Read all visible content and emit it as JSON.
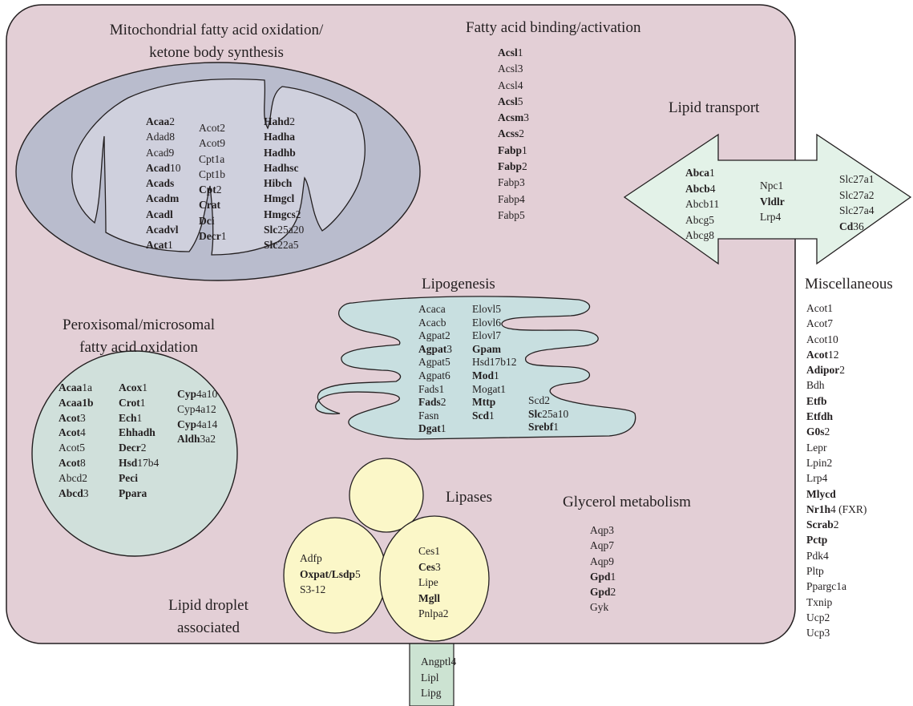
{
  "colors": {
    "cell": "#e3cfd6",
    "mitochondrion_outer": "#b9bccd",
    "mitochondrion_inner": "#cfd0dd",
    "peroxisome": "#d0e0db",
    "lipogenesis": "#c8dfe0",
    "lipid_transport_arrow": "#e3f2e8",
    "lipid_droplet": "#fbf7c8",
    "extracellular_box": "#cce3d2",
    "outline": "#231f20"
  },
  "titles": {
    "mitochondrial_line1": "Mitochondrial fatty acid oxidation/",
    "mitochondrial_line2": "ketone body synthesis",
    "fatty_acid_binding": "Fatty acid binding/activation",
    "lipid_transport": "Lipid transport",
    "miscellaneous": "Miscellaneous",
    "lipogenesis": "Lipogenesis",
    "peroxisomal_line1": "Peroxisomal/microsomal",
    "peroxisomal_line2": "fatty acid oxidation",
    "lipases": "Lipases",
    "glycerol_metabolism": "Glycerol metabolism",
    "lipid_droplet_line1": "Lipid droplet",
    "lipid_droplet_line2": "associated"
  },
  "groups": {
    "mito_col1": [
      {
        "bold": "Acaa",
        "rest": "2"
      },
      {
        "bold": "",
        "rest": "Adad8"
      },
      {
        "bold": "",
        "rest": "Acad9"
      },
      {
        "bold": "Acad",
        "rest": "10"
      },
      {
        "bold": "Acads",
        "rest": ""
      },
      {
        "bold": "Acadm",
        "rest": ""
      },
      {
        "bold": "Acadl",
        "rest": ""
      },
      {
        "bold": "Acadvl",
        "rest": ""
      },
      {
        "bold": "Acat",
        "rest": "1"
      }
    ],
    "mito_col2": [
      {
        "bold": "",
        "rest": "Acot2"
      },
      {
        "bold": "",
        "rest": "Acot9"
      },
      {
        "bold": "",
        "rest": "Cpt1a"
      },
      {
        "bold": "",
        "rest": "Cpt1b"
      },
      {
        "bold": "Cpt",
        "rest": "2"
      },
      {
        "bold": "Crat",
        "rest": ""
      },
      {
        "bold": "Dci",
        "rest": ""
      },
      {
        "bold": "Decr",
        "rest": "1"
      }
    ],
    "mito_col3": [
      {
        "bold": "Hahd",
        "rest": "2"
      },
      {
        "bold": "Hadha",
        "rest": ""
      },
      {
        "bold": "Hadhb",
        "rest": ""
      },
      {
        "bold": "Hadhsc",
        "rest": ""
      },
      {
        "bold": "Hibch",
        "rest": ""
      },
      {
        "bold": "Hmgcl",
        "rest": ""
      },
      {
        "bold": "Hmgcs",
        "rest": "2"
      },
      {
        "bold": "Slc",
        "rest": "25a20"
      },
      {
        "bold": "Slc",
        "rest": "22a5"
      }
    ],
    "fatty_acid_binding": [
      {
        "bold": "Acsl",
        "rest": "1"
      },
      {
        "bold": "",
        "rest": "Acsl3"
      },
      {
        "bold": "",
        "rest": "Acsl4"
      },
      {
        "bold": "Acsl",
        "rest": "5"
      },
      {
        "bold": "Acsm",
        "rest": "3"
      },
      {
        "bold": "Acss",
        "rest": "2"
      },
      {
        "bold": "Fabp",
        "rest": "1"
      },
      {
        "bold": "Fabp",
        "rest": "2"
      },
      {
        "bold": "",
        "rest": "Fabp3"
      },
      {
        "bold": "",
        "rest": "Fabp4"
      },
      {
        "bold": "",
        "rest": "Fabp5"
      }
    ],
    "transport_col1": [
      {
        "bold": "Abca",
        "rest": "1"
      },
      {
        "bold": "Abcb",
        "rest": "4"
      },
      {
        "bold": "",
        "rest": "Abcb11"
      },
      {
        "bold": "",
        "rest": "Abcg5"
      },
      {
        "bold": "",
        "rest": "Abcg8"
      }
    ],
    "transport_col2": [
      {
        "bold": "",
        "rest": "Npc1"
      },
      {
        "bold": "Vldlr",
        "rest": ""
      },
      {
        "bold": "",
        "rest": "Lrp4"
      }
    ],
    "transport_col3": [
      {
        "bold": "",
        "rest": "Slc27a1"
      },
      {
        "bold": "",
        "rest": "Slc27a2"
      },
      {
        "bold": "",
        "rest": "Slc27a4"
      },
      {
        "bold": "Cd",
        "rest": "36"
      }
    ],
    "miscellaneous": [
      {
        "bold": "",
        "rest": "Acot1"
      },
      {
        "bold": "",
        "rest": "Acot7"
      },
      {
        "bold": "",
        "rest": "Acot10"
      },
      {
        "bold": "Acot",
        "rest": "12"
      },
      {
        "bold": "Adipor",
        "rest": "2"
      },
      {
        "bold": "",
        "rest": "Bdh"
      },
      {
        "bold": "Etfb",
        "rest": ""
      },
      {
        "bold": "Etfdh",
        "rest": ""
      },
      {
        "bold": "G0s",
        "rest": "2"
      },
      {
        "bold": "",
        "rest": "Lepr"
      },
      {
        "bold": "",
        "rest": "Lpin2"
      },
      {
        "bold": "",
        "rest": "Lrp4"
      },
      {
        "bold": "Mlycd",
        "rest": ""
      },
      {
        "bold": "Nr1h",
        "rest": "4 (FXR)"
      },
      {
        "bold": "Scrab",
        "rest": "2"
      },
      {
        "bold": "Pctp",
        "rest": ""
      },
      {
        "bold": "",
        "rest": "Pdk4"
      },
      {
        "bold": "",
        "rest": "Pltp"
      },
      {
        "bold": "",
        "rest": "Ppargc1a"
      },
      {
        "bold": "",
        "rest": "Txnip"
      },
      {
        "bold": "",
        "rest": "Ucp2"
      },
      {
        "bold": "",
        "rest": "Ucp3"
      }
    ],
    "lipo_col1": [
      {
        "bold": "",
        "rest": "Acaca"
      },
      {
        "bold": "",
        "rest": "Acacb"
      },
      {
        "bold": "",
        "rest": "Agpat2"
      },
      {
        "bold": "Agpat",
        "rest": "3"
      },
      {
        "bold": "",
        "rest": "Agpat5"
      },
      {
        "bold": "",
        "rest": "Agpat6"
      },
      {
        "bold": "",
        "rest": "Fads1"
      },
      {
        "bold": "Fads",
        "rest": "2"
      },
      {
        "bold": "",
        "rest": "Fasn"
      },
      {
        "bold": "Dgat",
        "rest": "1"
      }
    ],
    "lipo_col2": [
      {
        "bold": "",
        "rest": "Elovl5"
      },
      {
        "bold": "",
        "rest": "Elovl6"
      },
      {
        "bold": "",
        "rest": "Elovl7"
      },
      {
        "bold": "Gpam",
        "rest": ""
      },
      {
        "bold": "",
        "rest": "Hsd17b12"
      },
      {
        "bold": "Mod",
        "rest": "1"
      },
      {
        "bold": "",
        "rest": "Mogat1"
      },
      {
        "bold": "Mttp",
        "rest": ""
      },
      {
        "bold": "Scd",
        "rest": "1"
      }
    ],
    "lipo_col3": [
      {
        "bold": "",
        "rest": "Scd2"
      },
      {
        "bold": "Slc",
        "rest": "25a10"
      },
      {
        "bold": "Srebf",
        "rest": "1"
      }
    ],
    "perox_col1": [
      {
        "bold": "Acaa",
        "rest": "1a"
      },
      {
        "bold": "Acaa1b",
        "rest": ""
      },
      {
        "bold": "Acot",
        "rest": "3"
      },
      {
        "bold": "Acot",
        "rest": "4"
      },
      {
        "bold": "",
        "rest": "Acot5"
      },
      {
        "bold": "Acot",
        "rest": "8"
      },
      {
        "bold": "",
        "rest": "Abcd2"
      },
      {
        "bold": "Abcd",
        "rest": "3"
      }
    ],
    "perox_col2": [
      {
        "bold": "Acox",
        "rest": "1"
      },
      {
        "bold": "Crot",
        "rest": "1"
      },
      {
        "bold": "Ech",
        "rest": "1"
      },
      {
        "bold": "Ehhadh",
        "rest": ""
      },
      {
        "bold": "Decr",
        "rest": "2"
      },
      {
        "bold": "Hsd",
        "rest": "17b4"
      },
      {
        "bold": "Peci",
        "rest": ""
      },
      {
        "bold": "Ppara",
        "rest": ""
      }
    ],
    "perox_col3": [
      {
        "bold": "Cyp",
        "rest": "4a10"
      },
      {
        "bold": "",
        "rest": "Cyp4a12"
      },
      {
        "bold": "Cyp",
        "rest": "4a14"
      },
      {
        "bold": "Aldh",
        "rest": "3a2"
      }
    ],
    "droplet": [
      {
        "bold": "",
        "rest": "Adfp"
      },
      {
        "bold": "Oxpat/Lsdp",
        "rest": "5"
      },
      {
        "bold": "",
        "rest": "S3-12"
      }
    ],
    "lipases": [
      {
        "bold": "",
        "rest": "Ces1"
      },
      {
        "bold": "Ces",
        "rest": "3"
      },
      {
        "bold": "",
        "rest": "Lipe"
      },
      {
        "bold": "Mgll",
        "rest": ""
      },
      {
        "bold": "",
        "rest": "Pnlpa2"
      }
    ],
    "glycerol": [
      {
        "bold": "",
        "rest": "Aqp3"
      },
      {
        "bold": "",
        "rest": "Aqp7"
      },
      {
        "bold": "",
        "rest": "Aqp9"
      },
      {
        "bold": "Gpd",
        "rest": "1"
      },
      {
        "bold": "Gpd",
        "rest": "2"
      },
      {
        "bold": "",
        "rest": "Gyk"
      }
    ],
    "extracellular": [
      {
        "bold": "",
        "rest": "Angptl4"
      },
      {
        "bold": "",
        "rest": "Lipl"
      },
      {
        "bold": "",
        "rest": "Lipg"
      }
    ]
  }
}
